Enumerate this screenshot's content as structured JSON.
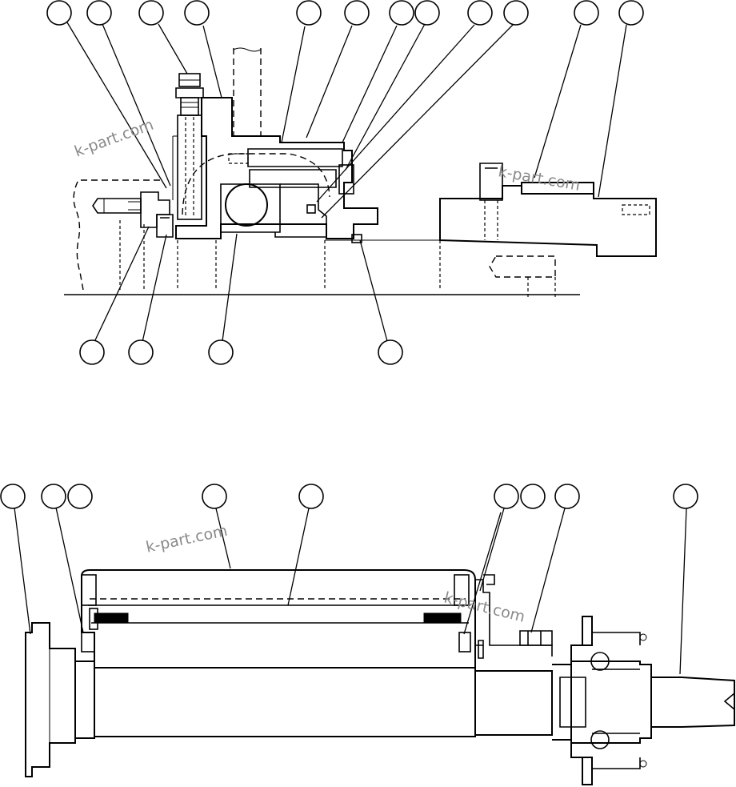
{
  "watermark": "k-part.com",
  "colors": {
    "ink": "#000000",
    "watermark": "#8a8a8a",
    "background": "#ffffff"
  },
  "top_assembly": {
    "callouts_top_row": 12,
    "callouts_bottom_row": 4
  },
  "bottom_assembly": {
    "callouts_top_row": 9
  }
}
